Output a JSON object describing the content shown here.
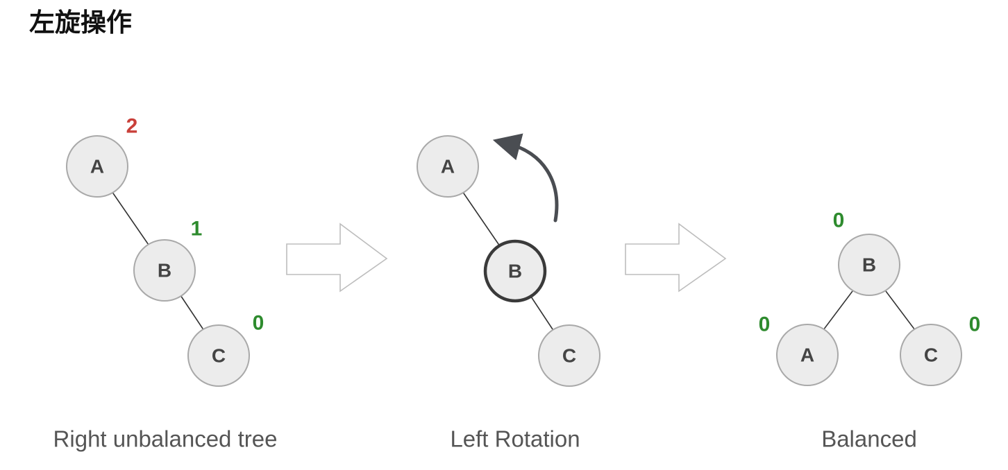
{
  "heading": "左旋操作",
  "colors": {
    "unbalanced": "#c9403a",
    "balanced": "#2e8b2e",
    "rotation_arrow": "#4a4d52"
  },
  "panels": [
    {
      "caption": "Right unbalanced tree",
      "nodes": {
        "A": "A",
        "B": "B",
        "C": "C"
      },
      "balance_factors": {
        "A": "2",
        "B": "1",
        "C": "0"
      }
    },
    {
      "caption": "Left Rotation",
      "nodes": {
        "A": "A",
        "B": "B",
        "C": "C"
      },
      "highlighted_node": "B",
      "rotation_icon": "curved-arrow-icon"
    },
    {
      "caption": "Balanced",
      "nodes": {
        "A": "A",
        "B": "B",
        "C": "C"
      },
      "balance_factors": {
        "A": "0",
        "B": "0",
        "C": "0"
      }
    }
  ]
}
